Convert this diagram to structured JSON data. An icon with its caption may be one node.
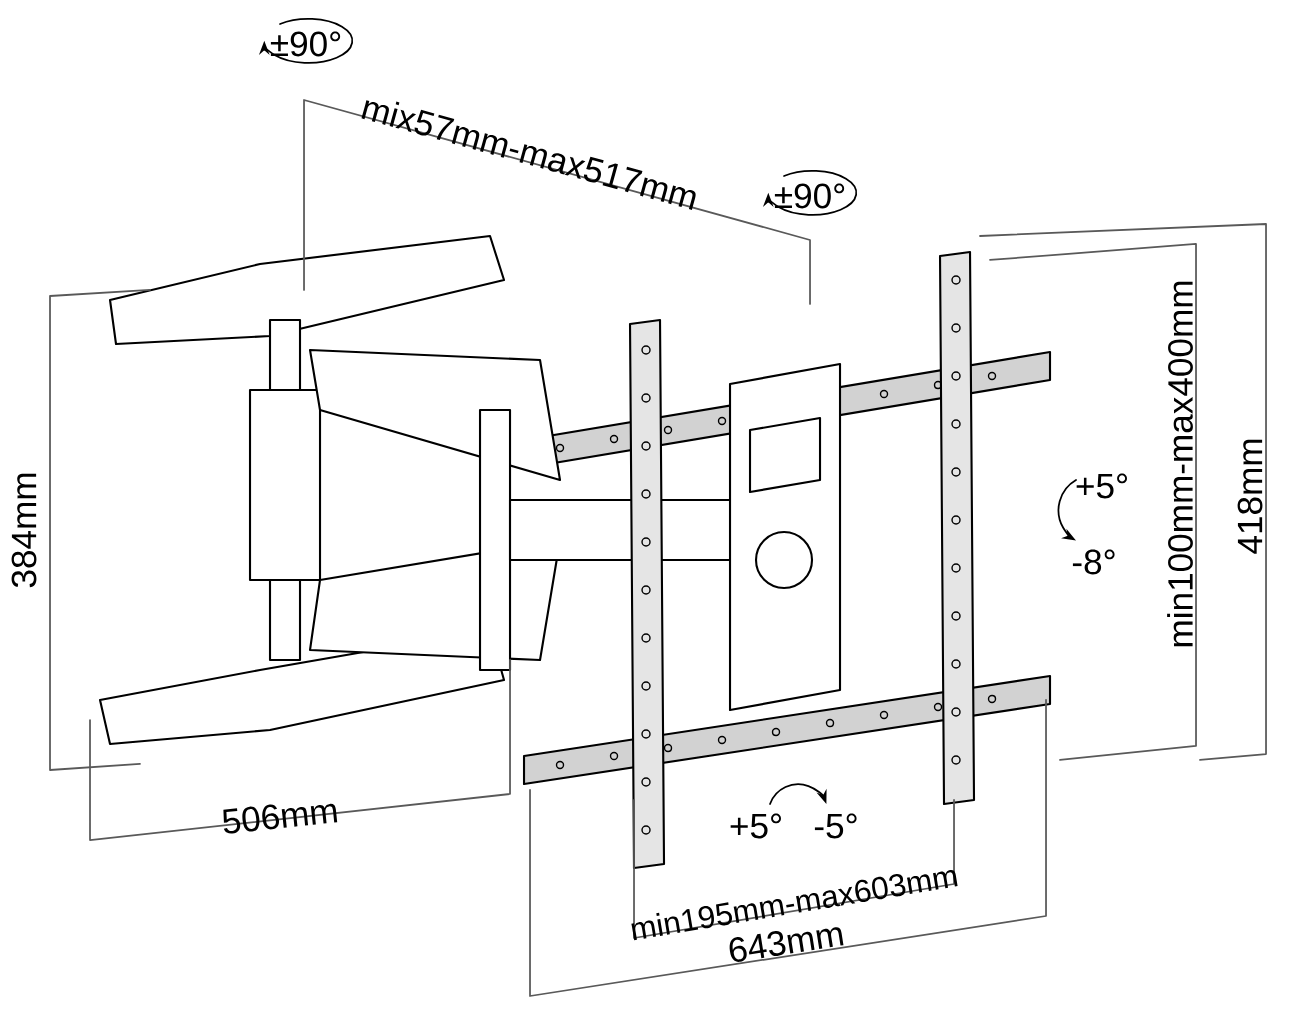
{
  "diagram": {
    "labels": [
      "±90°",
      "mix57mm-max517mm",
      "±90°",
      "384mm",
      "+5°",
      "-8°",
      "min100mm-max400mm",
      "418mm",
      "506mm",
      "+5°",
      "-5°",
      "min195mm-max603mm",
      "643mm"
    ]
  }
}
